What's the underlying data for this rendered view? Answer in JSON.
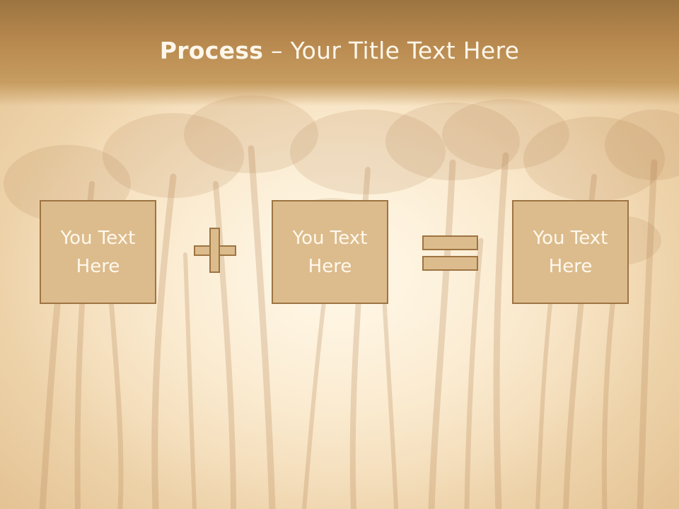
{
  "title": {
    "bold": "Process",
    "rest": " – Your Title Text Here"
  },
  "boxes": [
    {
      "text": "You Text\nHere"
    },
    {
      "text": "You Text\nHere"
    },
    {
      "text": "You Text\nHere"
    }
  ],
  "operators": {
    "first": "plus",
    "second": "equals"
  },
  "colors": {
    "header": "#b8894f",
    "box_fill": "#dcbc8d",
    "box_border": "#9e7442",
    "text": "#fff8ec"
  },
  "background": "palm-trees-sunset-icon"
}
